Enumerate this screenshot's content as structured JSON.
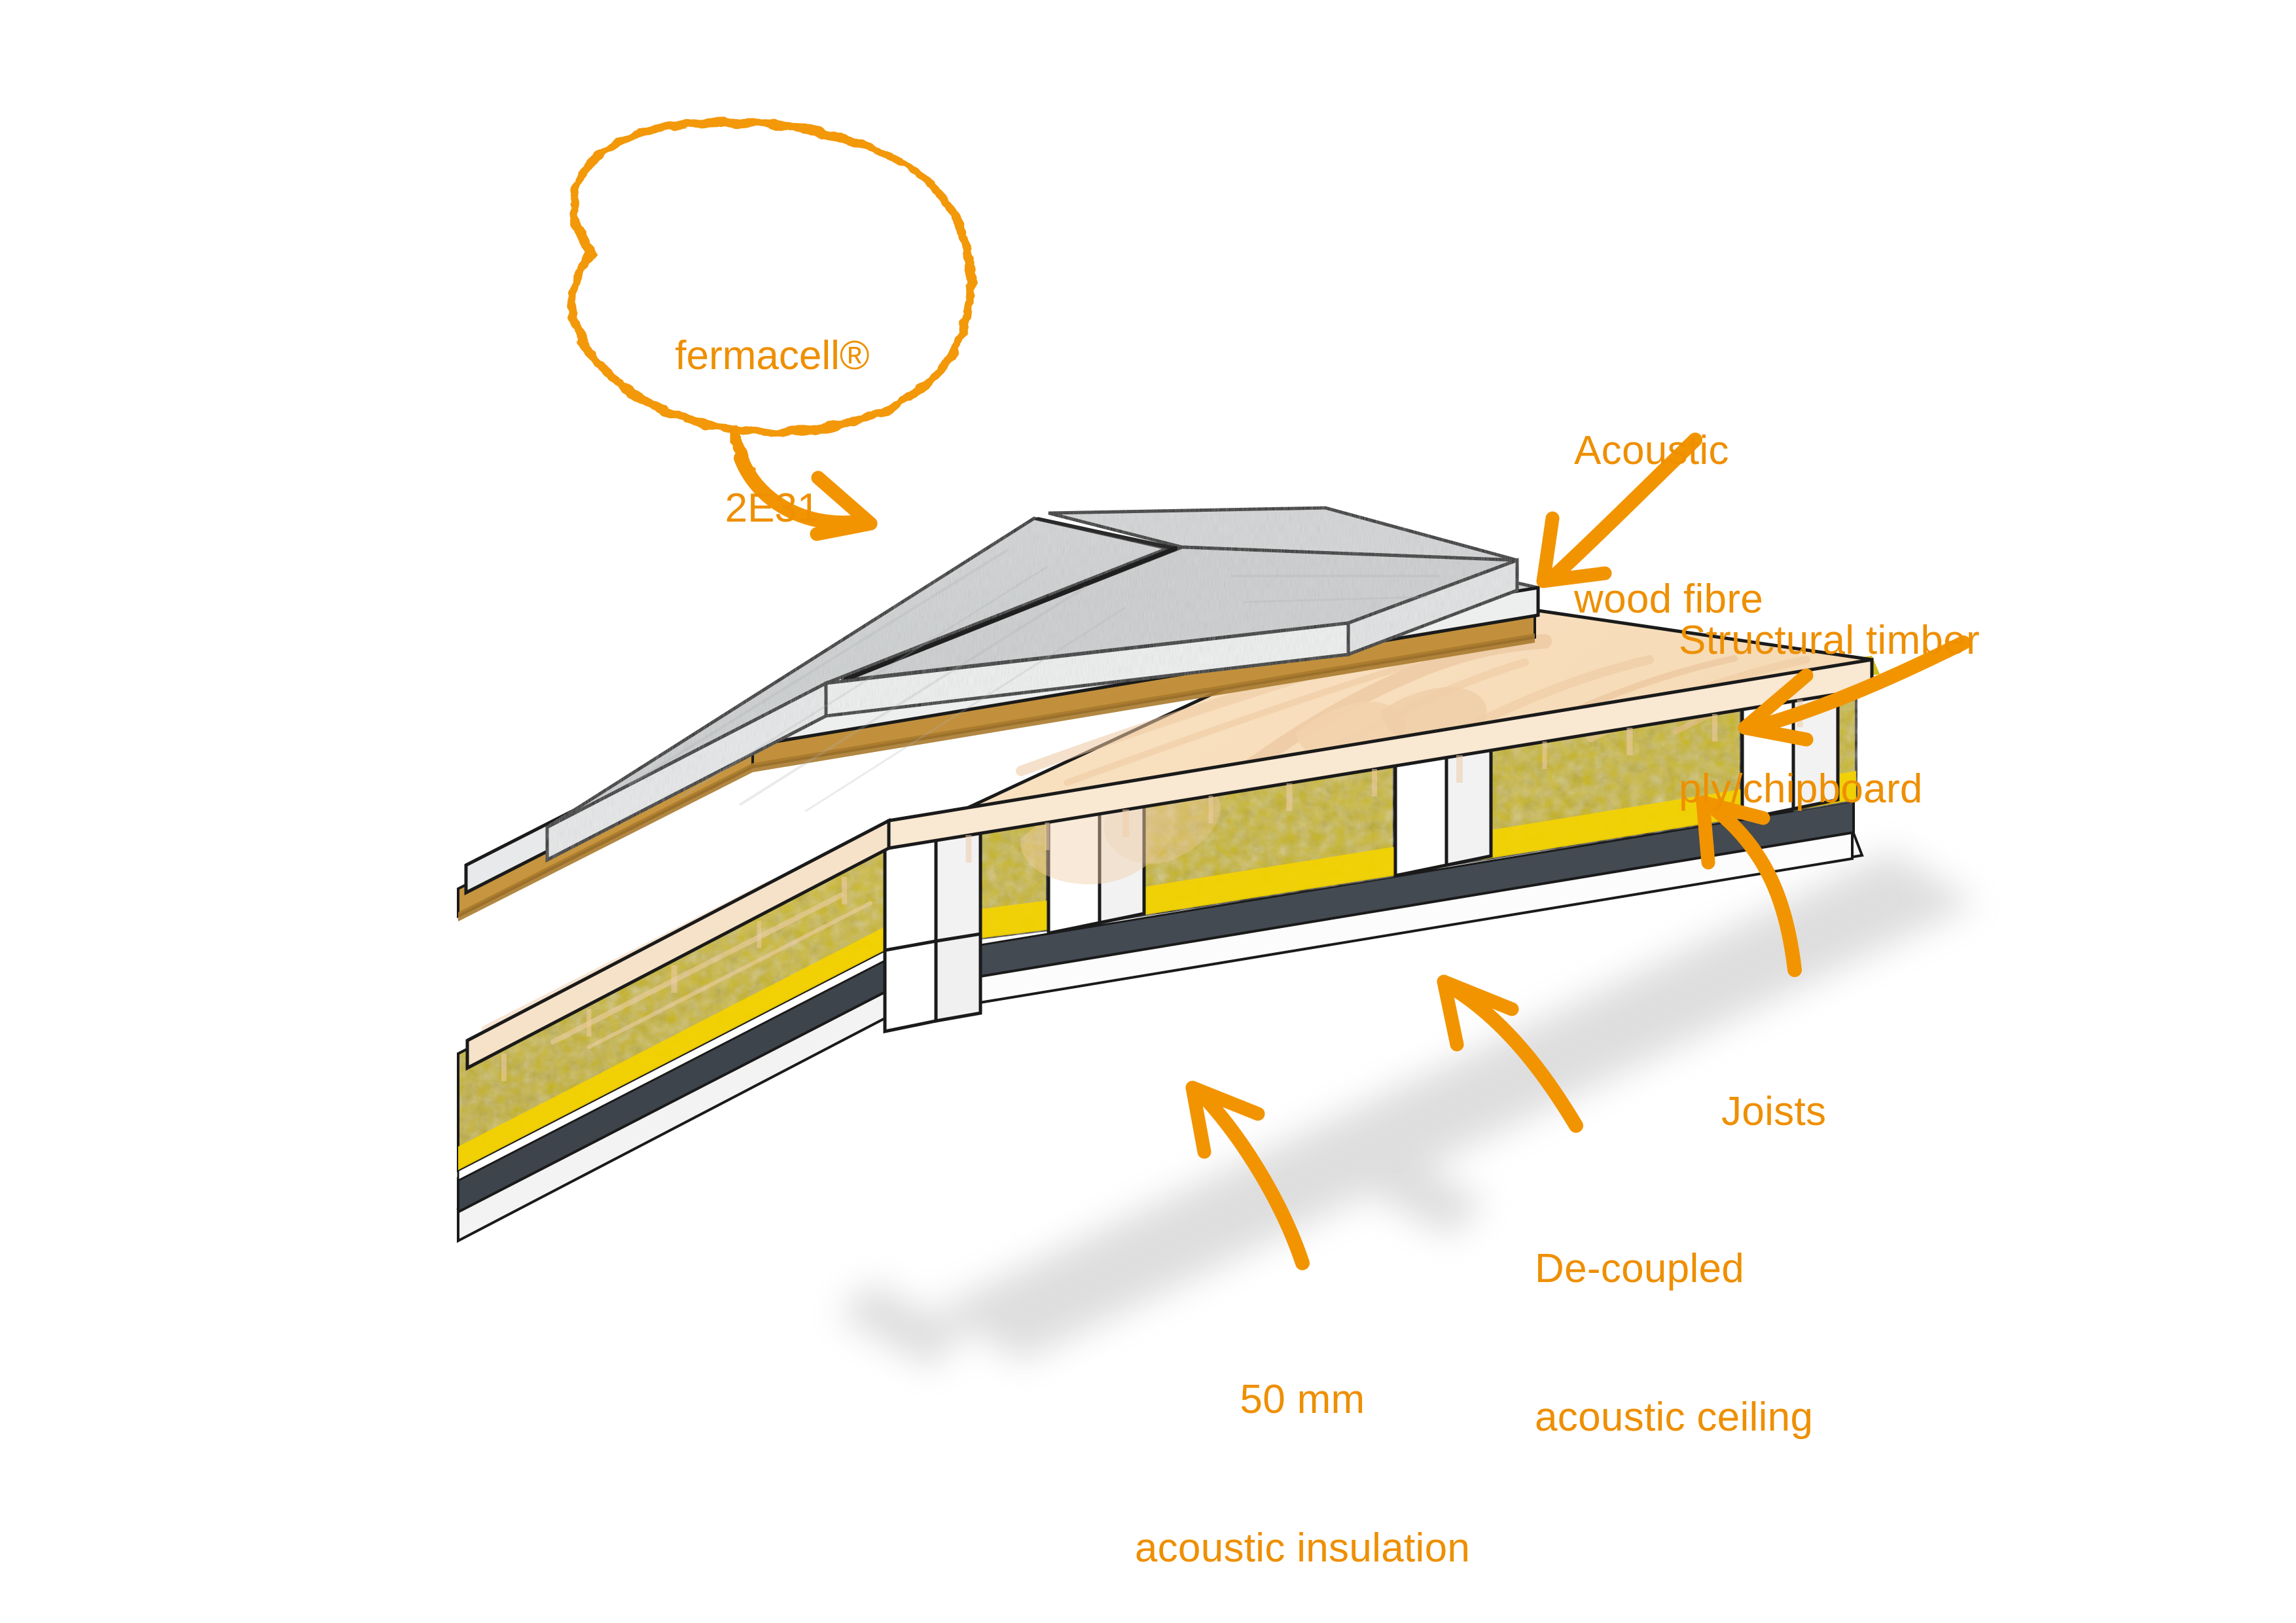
{
  "diagram": {
    "title_callout": {
      "line1": "fermacell®",
      "line2": "2E31"
    },
    "labels": [
      {
        "id": "acoustic-wood-fibre",
        "line1": "Acoustic",
        "line2": "wood fibre"
      },
      {
        "id": "structural-timber",
        "line1": "Structural timber",
        "line2": "ply/chipboard"
      },
      {
        "id": "joists",
        "line1": "Joists",
        "line2": ""
      },
      {
        "id": "de-coupled-ceiling",
        "line1": "De-coupled",
        "line2": "acoustic ceiling"
      },
      {
        "id": "acoustic-insulation",
        "line1": "50 mm",
        "line2": "acoustic insulation"
      }
    ],
    "colors": {
      "accent_orange": "#EE8F00",
      "callout_orange": "#F29400",
      "gypsum_top": "#D0D2D3",
      "gypsum_top_light": "#DCDEDF",
      "gypsum_edge": "#E9EAEA",
      "gypsum_side": "#BFC2C3",
      "wood_fibre": "#C7953F",
      "wood_fibre_dark": "#A87A2E",
      "plywood_face": "#F8DFBE",
      "plywood_grain": "#EDC8A0",
      "plywood_edge": "#F6E2C8",
      "insulation_top": "#C9B700",
      "insulation_face": "#D4C000",
      "insulation_bright": "#F5D400",
      "ceiling_dark": "#3E444B",
      "ceiling_white": "#FAFAFA",
      "joist_white": "#FFFFFF",
      "joist_shade": "#F1F1F1",
      "outline": "#1A1A1A",
      "shadow": "#B9B9B9"
    },
    "layers": [
      {
        "name": "fermacell gypsum fibreboard panels"
      },
      {
        "name": "acoustic wood fibre underlay"
      },
      {
        "name": "structural timber ply/chipboard deck"
      },
      {
        "name": "50 mm acoustic mineral wool insulation"
      },
      {
        "name": "timber joists"
      },
      {
        "name": "de-coupled acoustic ceiling board"
      }
    ]
  }
}
